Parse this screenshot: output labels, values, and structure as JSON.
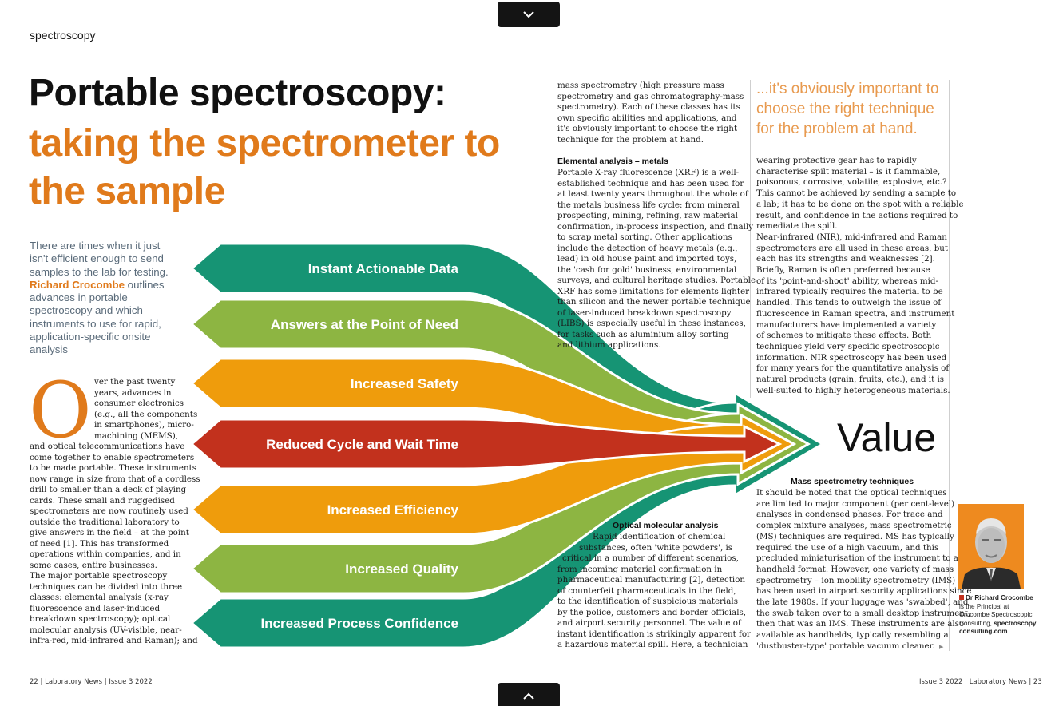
{
  "nav": {
    "top_label": "Collapse",
    "bottom_label": "Expand"
  },
  "section_label": "spectroscopy",
  "headline": {
    "line1": "Portable spectroscopy:",
    "line2": "taking the spectrometer to the sample"
  },
  "standfirst": {
    "text_before": "There are times when it just isn't efficient enough to send samples to the lab for testing.",
    "author": "Richard Crocombe",
    "text_after": "outlines advances in portable spectroscopy and which instruments to use for rapid, application-specific onsite analysis"
  },
  "dropcap": "O",
  "col1": [
    "ver the past twenty",
    "years, advances in",
    "consumer electronics",
    "(e.g., all the components",
    "in smartphones), micro-",
    "machining (MEMS),",
    "and optical telecommunications have",
    "come together to enable spectrometers",
    "to be made portable. These instruments",
    "now range in size from that of a cordless",
    "drill to smaller than a deck of playing",
    "cards. These small and ruggedised",
    "spectrometers are now routinely used",
    "outside the traditional laboratory to",
    "give answers in the field – at the point",
    "of need [1]. This has transformed",
    "operations within companies, and in",
    "some cases, entire businesses.",
    "   The major portable spectroscopy",
    "techniques can be divided into three",
    "classes: elemental analysis (x-ray",
    "fluorescence and laser-induced",
    "breakdown spectroscopy); optical",
    "molecular analysis (UV-visible, near-",
    "infra-red, mid-infrared and Raman); and"
  ],
  "col2_top": [
    "mass spectrometry (high pressure mass",
    "spectrometry and gas chromatography-mass",
    "spectrometry). Each of these classes has its",
    "own specific abilities and applications, and",
    "it's obviously important to choose the right",
    "technique for the problem at hand."
  ],
  "col2_subhead": "Elemental analysis – metals",
  "col2_body": [
    "Portable X-ray fluorescence (XRF) is a well-",
    "established technique and has been used for",
    "at least twenty years throughout the whole of",
    "the metals business life cycle: from mineral",
    "prospecting, mining, refining, raw material",
    "confirmation, in-process inspection, and finally",
    "to scrap metal sorting. Other applications",
    "include the detection of heavy metals (e.g.,",
    "lead) in old house paint and imported toys,",
    "the 'cash for gold' business, environmental",
    "surveys, and cultural heritage studies. Portable",
    "XRF has some limitations for elements lighter",
    "than silicon and the newer portable technique",
    "of laser-induced breakdown spectroscopy",
    "(LIBS) is especially useful in these instances,",
    "    for tasks such as aluminium alloy sorting",
    "        and lithium applications."
  ],
  "optical": {
    "subhead": "Optical molecular analysis",
    "lines": [
      "Rapid identification of chemical",
      "substances, often 'white powders', is",
      "critical in a number of different scenarios,",
      "from incoming material confirmation in",
      "pharmaceutical manufacturing [2], detection",
      "of counterfeit pharmaceuticals in the field,",
      "to the identification of suspicious materials",
      "by the police, customers and border officials,",
      "and airport security personnel. The value of",
      "instant identification is strikingly apparent for",
      "a hazardous material spill. Here, a technician"
    ]
  },
  "pullquote": "...it's obviously important to choose the right technique for the problem at hand.",
  "col3": [
    "wearing protective gear has to rapidly",
    "characterise spilt material – is it flammable,",
    "poisonous, corrosive, volatile, explosive, etc.?",
    "This cannot be achieved by sending a sample to",
    "a lab; it has to be done on the spot with a reliable",
    "result, and confidence in the actions required to",
    "remediate the spill.",
    "   Near-infrared (NIR), mid-infrared and Raman",
    "spectrometers are all used in these areas, but",
    "each has its strengths and weaknesses [2].",
    "Briefly, Raman is often preferred because",
    "of its 'point-and-shoot' ability, whereas mid-",
    "infrared typically requires the material to be",
    "handled. This tends to outweigh the issue of",
    "fluorescence in Raman spectra, and instrument",
    "manufacturers have implemented a variety",
    "of schemes to mitigate these effects. Both",
    "techniques yield very specific spectroscopic",
    "information. NIR spectroscopy has been used",
    "for many years for the quantitative analysis of",
    "natural products (grain, fruits, etc.), and it is",
    "   well-suited to highly heterogeneous materials."
  ],
  "mass": {
    "subhead": "Mass spectrometry techniques",
    "lines": [
      "   It should be noted that the optical techniques",
      "are limited to major component (per cent-level)",
      "analyses in condensed phases. For trace and",
      "complex mixture analyses, mass spectrometric",
      "(MS) techniques are required. MS has typically",
      "required the use of a high vacuum, and this",
      "precluded miniaturisation of the instrument to a",
      "handheld format. However, one variety of mass",
      "spectrometry – ion mobility spectrometry (IMS)",
      "has been used in airport security applications since",
      "the late 1980s. If your luggage was 'swabbed', and",
      "the swab taken over to a small desktop instrument,",
      "then that was an IMS. These instruments are also",
      "available as handhelds, typically resembling a",
      "'dustbuster-type' portable vacuum cleaner."
    ]
  },
  "value_word": "Value",
  "arrows": [
    {
      "label": "Instant Actionable Data",
      "color": "#169474"
    },
    {
      "label": "Answers at the Point of Need",
      "color": "#8db542"
    },
    {
      "label": "Increased Safety",
      "color": "#ef9c0c"
    },
    {
      "label": "Reduced Cycle and Wait Time",
      "color": "#c2311d"
    },
    {
      "label": "Increased Efficiency",
      "color": "#ef9c0c"
    },
    {
      "label": "Increased Quality",
      "color": "#8db542"
    },
    {
      "label": "Increased Process Confidence",
      "color": "#169474"
    }
  ],
  "bio": {
    "name": "Dr Richard Crocombe",
    "role": "is the Principal at Crocombe Spectroscopic Consulting,",
    "site": "spectroscopy consulting.com",
    "marker_color": "#c2311d"
  },
  "footer": {
    "left": "22 | Laboratory News | Issue 3 2022",
    "right": "Issue 3 2022 | Laboratory News | 23"
  },
  "colors": {
    "accent": "#e07a1b",
    "teal": "#169474",
    "green": "#8db542",
    "orange": "#ef9c0c",
    "red": "#c2311d"
  }
}
